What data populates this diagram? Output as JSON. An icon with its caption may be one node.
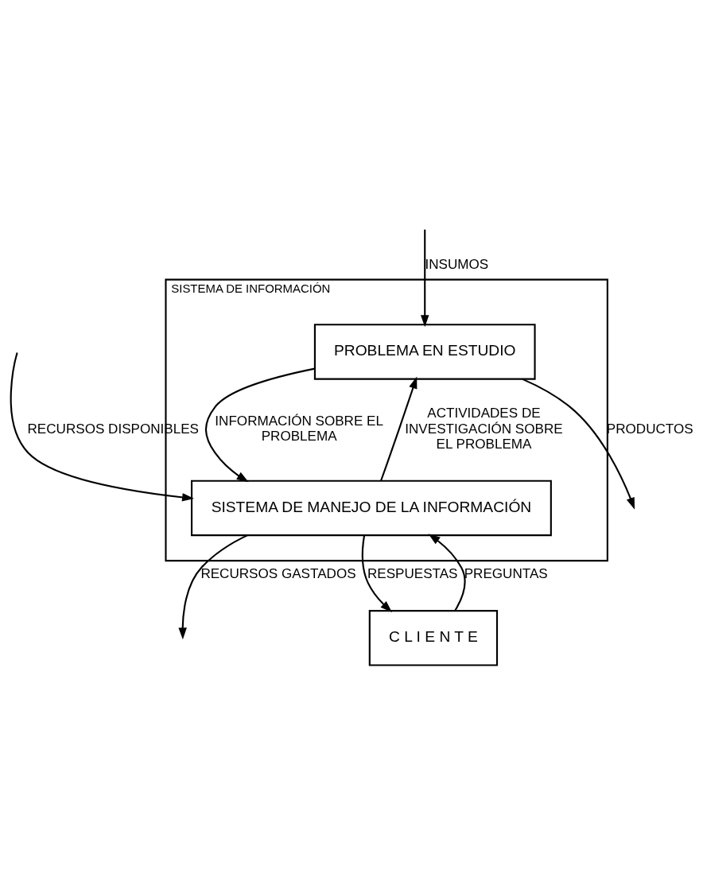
{
  "diagram": {
    "nodes": [
      {
        "text": [
          "SISTEMA DE INFORMACIÓN"
        ]
      },
      {
        "text": [
          "PROBLEMA EN ESTUDIO"
        ],
        "in": 0
      },
      {
        "text": [
          "SISTEMA DE MANEJO DE LA INFORMACIÓN"
        ],
        "in": 0
      },
      {
        "text": [
          "C L I E N T E"
        ]
      }
    ],
    "edges": [
      {
        "from": 1,
        "to": null,
        "arrow": "to",
        "label": "PRODUCTOS"
      },
      {
        "from": null,
        "to": 1,
        "arrow": "to",
        "label": "INSUMOS"
      },
      {
        "from": 2,
        "to": 1,
        "arrow": "to",
        "label": "ACTIVIDADES DE INVESTIGACIÓN SOBRE EL PROBLEMA"
      },
      {
        "from": 1,
        "to": 2,
        "arrow": "to",
        "label": "INFORMACIÓN SOBRE EL PROBLEMA"
      },
      {
        "from": null,
        "to": 2,
        "arrow": "to",
        "label": "RECURSOS DISPONIBLES"
      },
      {
        "from": 2,
        "to": null,
        "arrow": "to",
        "label": "RECURSOS GASTADOS"
      },
      {
        "from": 2,
        "to": 3,
        "arrow": "to",
        "label": "RESPUESTAS"
      },
      {
        "from": 3,
        "to": 2,
        "arrow": "to",
        "label": "PREGUNTAS"
      }
    ]
  }
}
